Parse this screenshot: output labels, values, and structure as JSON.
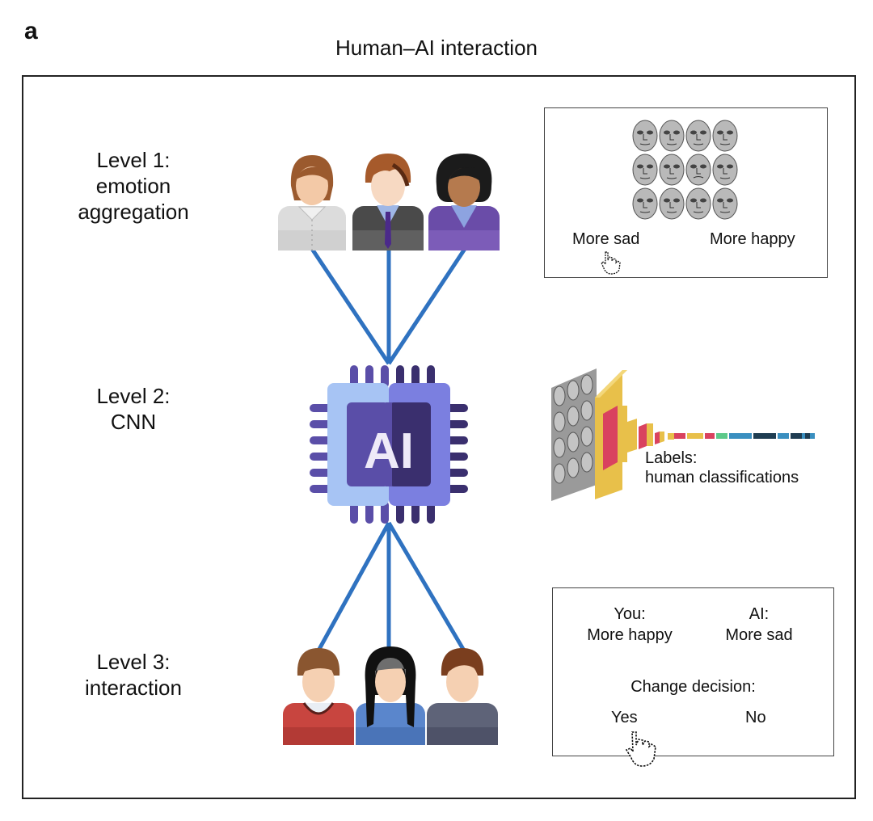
{
  "panel_letter": "a",
  "title": "Human–AI interaction",
  "levels": [
    {
      "line1": "Level 1:",
      "line2": "emotion",
      "line3": "aggregation"
    },
    {
      "line1": "Level 2:",
      "line2": "CNN"
    },
    {
      "line1": "Level 3:",
      "line2": "interaction"
    }
  ],
  "level1_box": {
    "left_label": "More sad",
    "right_label": "More happy",
    "face_grid": {
      "rows": 3,
      "cols": 4
    },
    "cursor": "hand-pointer-icon"
  },
  "level2_cnn": {
    "labels_line1": "Labels:",
    "labels_line2": "human classifications"
  },
  "level3_box": {
    "you_label": "You:",
    "you_value": "More happy",
    "ai_label": "AI:",
    "ai_value": "More sad",
    "question": "Change decision:",
    "yes": "Yes",
    "no": "No",
    "cursor": "hand-pointer-icon"
  },
  "chip": {
    "text": "AI"
  },
  "colors": {
    "connector": "#2f72c0",
    "chip_light": "#a7c4f4",
    "chip_mid": "#7b7fe0",
    "chip_core": "#5a4ea8",
    "chip_core_dark": "#3a2f6e",
    "cnn_yellow": "#e8c04a",
    "cnn_red": "#d9425f"
  }
}
